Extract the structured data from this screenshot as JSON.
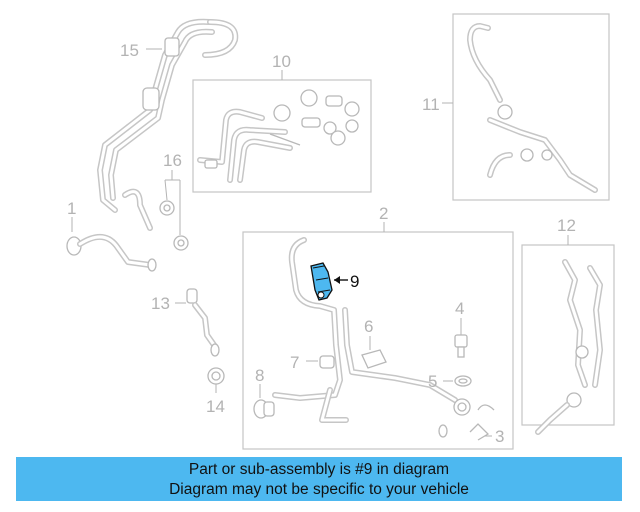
{
  "callouts": {
    "c1": "1",
    "c2": "2",
    "c3": "3",
    "c4": "4",
    "c5": "5",
    "c6": "6",
    "c7": "7",
    "c8": "8",
    "c9": "9",
    "c10": "10",
    "c11": "11",
    "c12": "12",
    "c13": "13",
    "c14": "14",
    "c15": "15",
    "c16": "16"
  },
  "highlight": {
    "part_number": "9",
    "color": "#4db8f0"
  },
  "banner": {
    "line1": "Part or sub-assembly is #9 in diagram",
    "line2": "Diagram may not be specific to your vehicle",
    "background": "#4db8f0"
  }
}
